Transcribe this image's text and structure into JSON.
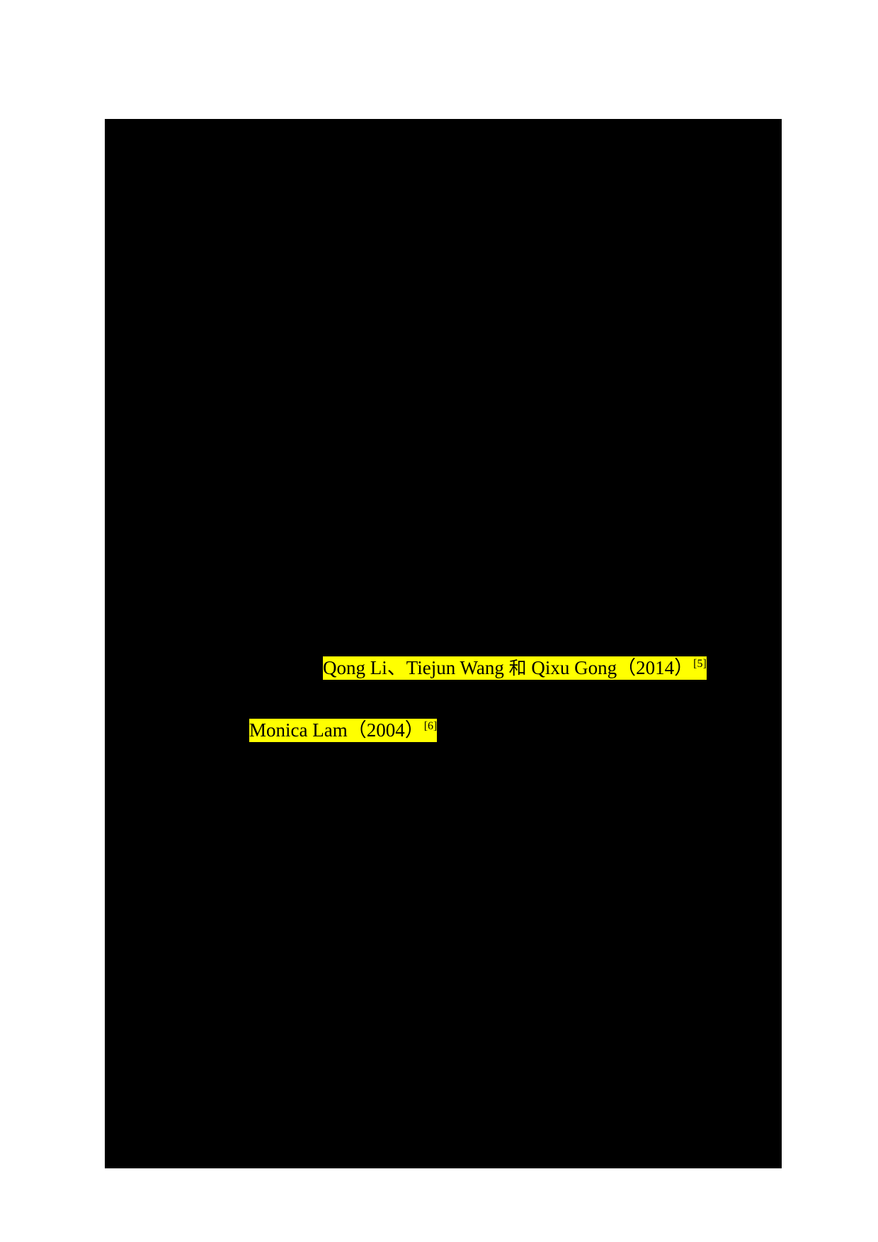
{
  "page": {
    "background_color": "#FFFFFF",
    "redacted_block_color": "#000000",
    "highlight_color": "#FFFF00",
    "text_color": "#000000"
  },
  "content": {
    "citations": [
      {
        "id": "citation-1",
        "authors": "Qong Li、Tiejun Wang 和 Qixu Gong",
        "authors_part_a": "Qong Li、Tiejun Wang ",
        "authors_cjk_conjunction": "和",
        "authors_part_b": " Qixu Gong",
        "year": "（2014）",
        "reference_marker": "[5]",
        "full_text": "Qong Li、Tiejun Wang 和 Qixu Gong（2014） [5]",
        "highlighted": "true"
      },
      {
        "id": "citation-2",
        "authors": "Monica Lam",
        "authors_part_a": "Monica Lam",
        "authors_cjk_conjunction": "",
        "authors_part_b": "",
        "year": "（2004）",
        "reference_marker": "[6]",
        "full_text": "Monica Lam（2004） [6]",
        "highlighted": "true"
      }
    ]
  }
}
